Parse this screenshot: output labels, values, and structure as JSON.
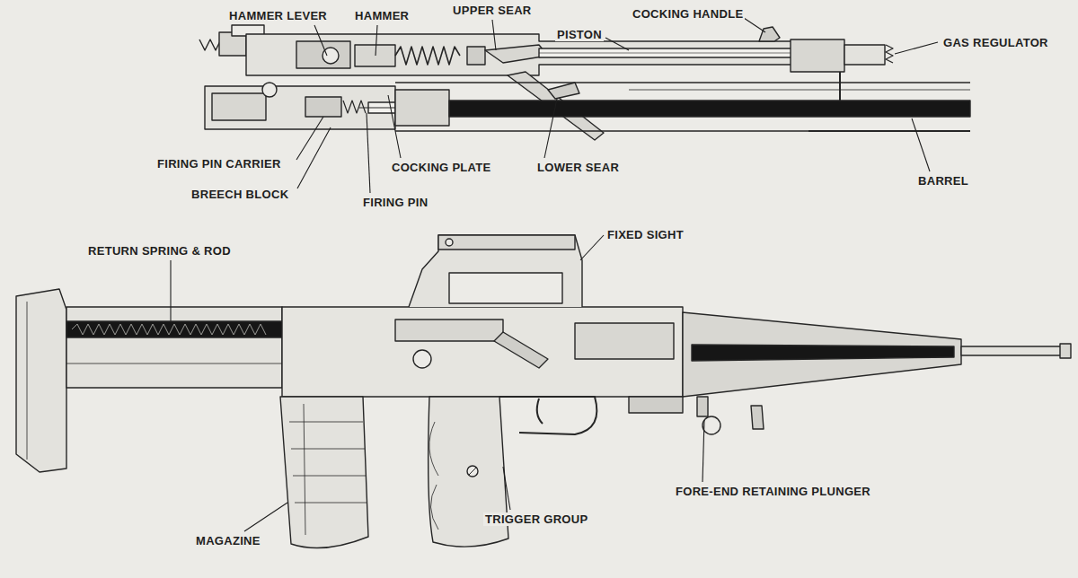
{
  "diagram": {
    "labels": [
      "HAMMER LEVER",
      "HAMMER",
      "UPPER SEAR",
      "COCKING HANDLE",
      "PISTON",
      "GAS REGULATOR",
      "FIRING PIN CARRIER",
      "COCKING PLATE",
      "LOWER SEAR",
      "BARREL",
      "BREECH BLOCK",
      "FIRING PIN",
      "FIXED SIGHT",
      "RETURN SPRING & ROD",
      "FORE-END RETAINING PLUNGER",
      "TRIGGER GROUP",
      "MAGAZINE"
    ]
  }
}
